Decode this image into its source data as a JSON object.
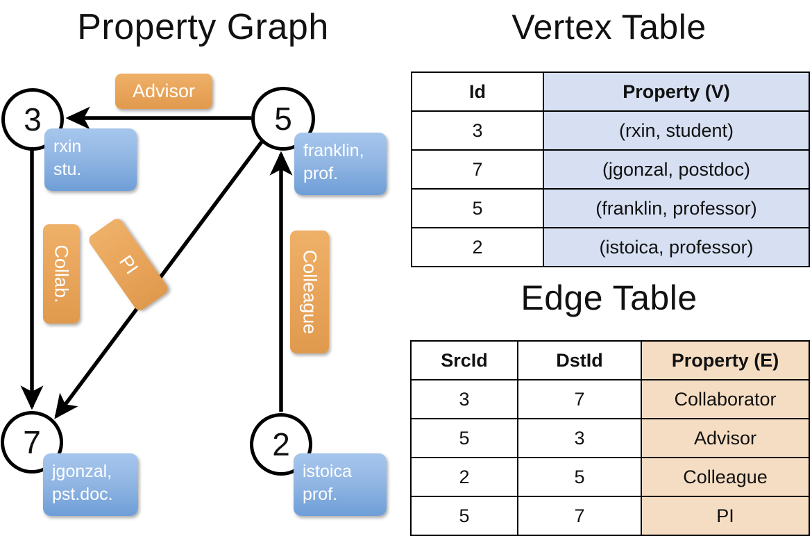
{
  "panels": {
    "graph_title": "Property Graph",
    "vertex_title": "Vertex Table",
    "edge_title": "Edge Table"
  },
  "graph": {
    "nodes": [
      {
        "id": "3",
        "property": "rxin\nstu."
      },
      {
        "id": "5",
        "property": "franklin,\nprof."
      },
      {
        "id": "7",
        "property": "jgonzal,\npst.doc."
      },
      {
        "id": "2",
        "property": "istoica\nprof."
      }
    ],
    "edge_labels": [
      {
        "text": "Advisor",
        "from": "5",
        "to": "3"
      },
      {
        "text": "Collab.",
        "from": "3",
        "to": "7"
      },
      {
        "text": "PI",
        "from": "5",
        "to": "7"
      },
      {
        "text": "Colleague",
        "from": "2",
        "to": "5"
      }
    ]
  },
  "vertex_table": {
    "columns": [
      "Id",
      "Property (V)"
    ],
    "rows": [
      {
        "id": "3",
        "property": "(rxin, student)"
      },
      {
        "id": "7",
        "property": "(jgonzal, postdoc)"
      },
      {
        "id": "5",
        "property": "(franklin, professor)"
      },
      {
        "id": "2",
        "property": "(istoica, professor)"
      }
    ]
  },
  "edge_table": {
    "columns": [
      "SrcId",
      "DstId",
      "Property (E)"
    ],
    "rows": [
      {
        "src": "3",
        "dst": "7",
        "property": "Collaborator"
      },
      {
        "src": "5",
        "dst": "3",
        "property": "Advisor"
      },
      {
        "src": "2",
        "dst": "5",
        "property": "Colleague"
      },
      {
        "src": "5",
        "dst": "7",
        "property": "PI"
      }
    ]
  },
  "colors": {
    "vertex_cell": "#d6e0f2",
    "edge_cell": "#f5ddc3",
    "node_box_blue": "#93b7e4",
    "edge_label_orange": "#eaa75d",
    "stroke": "#000000"
  }
}
